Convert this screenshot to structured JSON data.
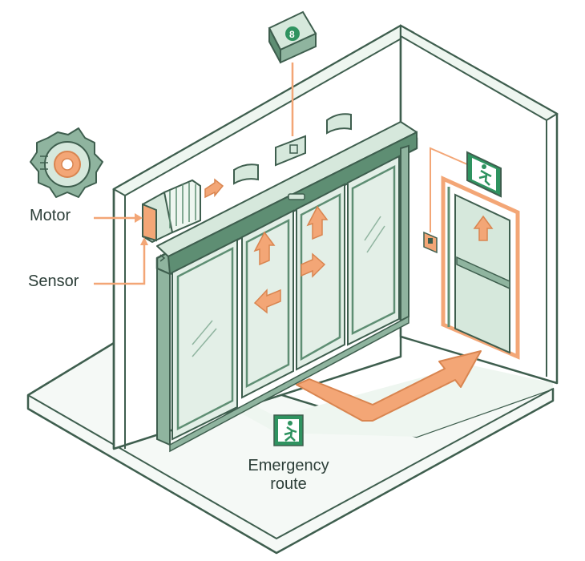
{
  "labels": {
    "motor": "Motor",
    "sensor": "Sensor",
    "route_line1": "Emergency",
    "route_line2": "route"
  },
  "colors": {
    "outline": "#3e5e4e",
    "green_dark": "#5e8e73",
    "green_mid": "#8fb49f",
    "green_light": "#d6e8dc",
    "green_pale": "#eef6f0",
    "glass": "#e3efe7",
    "orange": "#f3a676",
    "orange_dark": "#d98550",
    "exit_green": "#2f9360",
    "text": "#2c3e38"
  },
  "icons": {
    "motor_gear": "gear-icon",
    "exit_sign_top": "emergency-exit-sign-icon",
    "exit_sign_door": "running-man-exit-icon",
    "exit_sign_floor": "running-man-exit-icon",
    "route_arrow": "route-arrow-icon"
  }
}
